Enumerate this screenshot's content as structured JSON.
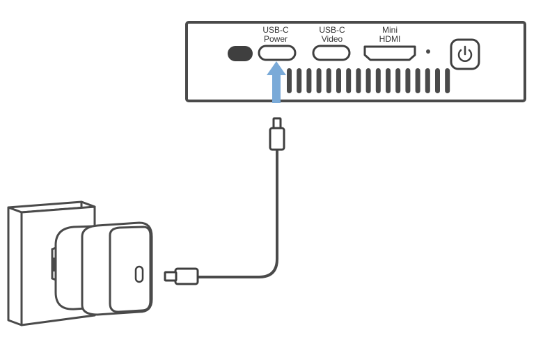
{
  "ports": {
    "usb_c_power": {
      "line1": "USB-C",
      "line2": "Power"
    },
    "usb_c_video": {
      "line1": "USB-C",
      "line2": "Video"
    },
    "mini_hdmi": {
      "line1": "Mini",
      "line2": "HDMI"
    }
  },
  "icons": {
    "power_button": "power-icon",
    "insert_arrow": "arrow-up-icon"
  },
  "colors": {
    "outline": "#4a4a4a",
    "device_fill": "#ffffff",
    "arrow": "#7aaad8",
    "vents": "#4a4a4a",
    "status_led": "#4a4a4a"
  }
}
